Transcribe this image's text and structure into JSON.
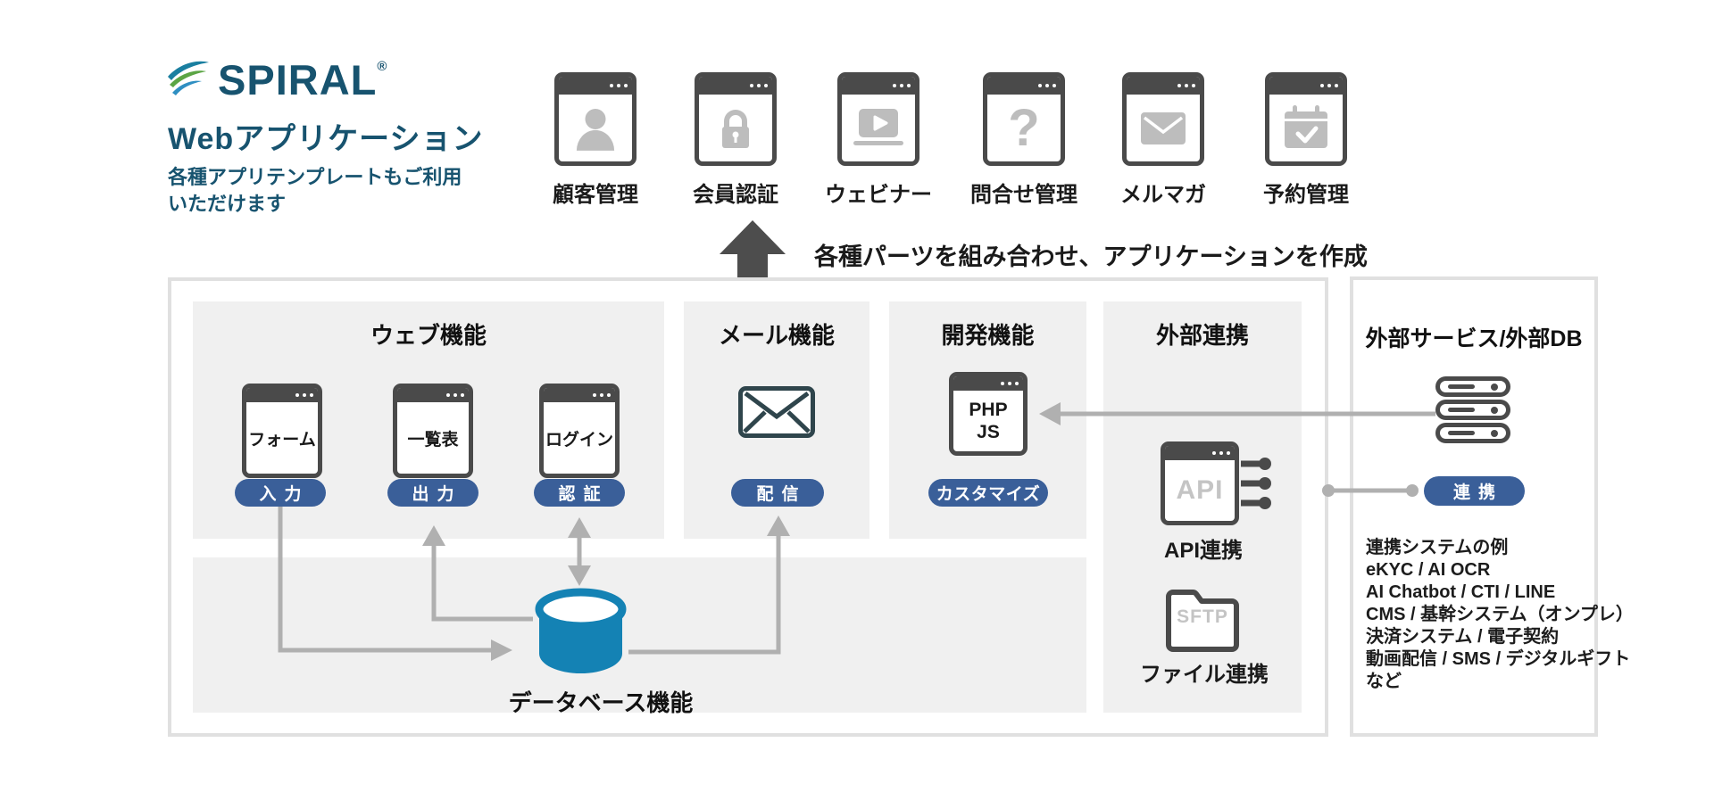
{
  "brand": {
    "name": "SPIRAL",
    "reg": "®",
    "product": "Webアプリケーション",
    "tagline_line1": "各種アプリテンプレートもご利用",
    "tagline_line2": "いただけます"
  },
  "templates": {
    "note": "各種パーツを組み合わせ、アプリケーションを作成",
    "items": [
      {
        "label": "顧客管理",
        "icon": "person"
      },
      {
        "label": "会員認証",
        "icon": "lock"
      },
      {
        "label": "ウェビナー",
        "icon": "webinar"
      },
      {
        "label": "問合せ管理",
        "icon": "question",
        "icon_glyph": "?"
      },
      {
        "label": "メルマガ",
        "icon": "mail"
      },
      {
        "label": "予約管理",
        "icon": "calendar"
      }
    ]
  },
  "platform": {
    "web": {
      "title": "ウェブ機能",
      "items": [
        {
          "window": "フォーム",
          "badge": "入力"
        },
        {
          "window": "一覧表",
          "badge": "出力"
        },
        {
          "window": "ログイン",
          "badge": "認証"
        }
      ]
    },
    "mail": {
      "title": "メール機能",
      "badge": "配信"
    },
    "dev": {
      "title": "開発機能",
      "window_line1": "PHP",
      "window_line2": "JS",
      "badge": "カスタマイズ"
    },
    "external": {
      "title": "外部連携",
      "api": {
        "icon_text": "API",
        "label": "API連携"
      },
      "file": {
        "icon_text": "SFTP",
        "label": "ファイル連携"
      }
    },
    "database": {
      "label": "データベース機能"
    }
  },
  "right_panel": {
    "title": "外部サービス/外部DB",
    "badge": "連携",
    "examples": [
      "連携システムの例",
      "eKYC / AI OCR",
      "AI Chatbot / CTI / LINE",
      "CMS / 基幹システム（オンプレ）",
      "決済システム / 電子契約",
      "動画配信 / SMS / デジタルギフト",
      "など"
    ]
  },
  "colors": {
    "badge_blue": "#3a5f99",
    "database_blue": "#1482b4",
    "chrome_dark": "#4a4a4a",
    "glyph_gray": "#bdbdbd",
    "panel_gray": "#f0f0f0",
    "border_gray": "#e0e0e0",
    "arrow_gray": "#b0b0b0",
    "logo_teal": "#17536f"
  }
}
